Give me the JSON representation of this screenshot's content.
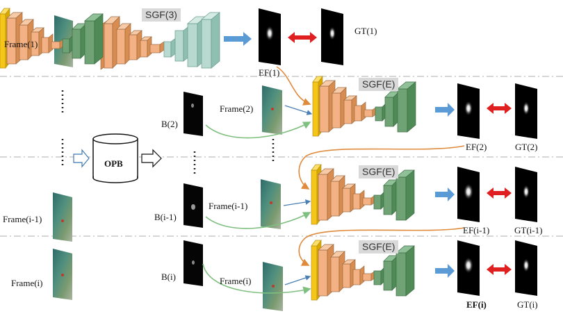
{
  "rows": [
    {
      "frame": "Frame(1)",
      "sgf": "SGF(3)",
      "ef": "EF(1)",
      "gt": "GT(1)"
    },
    {
      "b": "B(2)",
      "frame_mid": "Frame(2)",
      "sgf": "SGF(E)",
      "ef": "EF(2)",
      "gt": "GT(2)"
    },
    {
      "frame": "Frame(i-1)",
      "b": "B(i-1)",
      "frame_mid": "Frame(i-1)",
      "sgf": "SGF(E)",
      "ef": "EF(i-1)",
      "gt": "GT(i-1)"
    },
    {
      "frame": "Frame(i)",
      "b": "B(i)",
      "frame_mid": "Frame(i)",
      "sgf": "SGF(E)",
      "ef": "EF(i)",
      "gt": "GT(i)"
    }
  ],
  "buffer": {
    "label": "OPB"
  },
  "colors": {
    "encoder_orange": "#f4b183",
    "encoder_yellow": "#f5c518",
    "decoder_teal": "#b7d9cf",
    "decoder_green": "#6fa274",
    "arrow_blue": "#5b9bd5",
    "arrow_red": "#e02020",
    "flow_orange": "#e08a3c",
    "flow_green": "#7fbf7f",
    "divider": "#bfbfbf"
  }
}
